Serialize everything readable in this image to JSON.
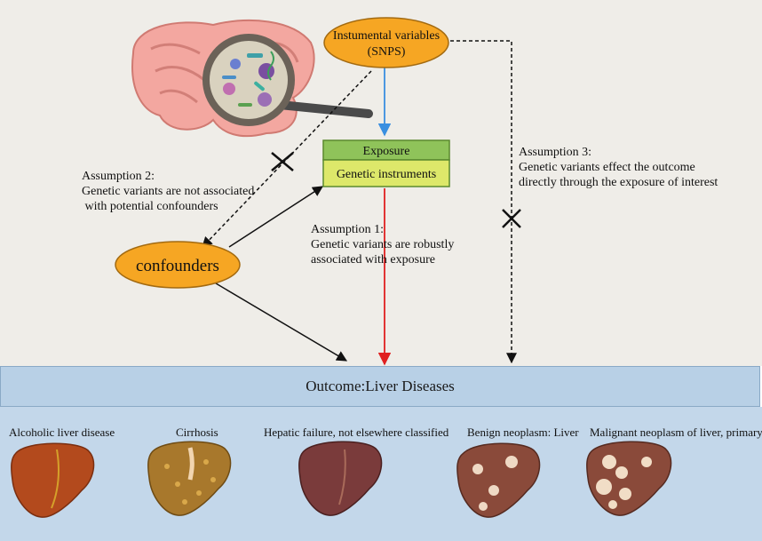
{
  "instrument": {
    "line1": "Instumental variables",
    "line2": "(SNPS)"
  },
  "exposure": {
    "header": "Exposure",
    "sub": "Genetic instruments"
  },
  "confounders": "confounders",
  "assumption1": {
    "title": "Assumption 1:",
    "line1": "Genetic variants are robustly",
    "line2": "associated with exposure"
  },
  "assumption2": {
    "title": "Assumption 2:",
    "line1": "Genetic variants are not associated",
    "line2": " with potential confounders"
  },
  "assumption3": {
    "title": "Assumption 3:",
    "line1": "Genetic variants effect the outcome",
    "line2": "directly through the exposure of interest"
  },
  "outcome": "Outcome:Liver Diseases",
  "diseases": [
    "Alcoholic liver disease",
    "Cirrhosis",
    "Hepatic failure, not elsewhere classified",
    "Benign neoplasm: Liver",
    "Malignant neoplasm of liver, primary"
  ],
  "colors": {
    "ellipse": "#f6a623",
    "exposure_header": "#8fc35a",
    "exposure_body": "#dde86a",
    "arrow_blue": "#3a8fe0",
    "arrow_red": "#e02020",
    "top_bg": "#efede8",
    "band": "#b8d0e6",
    "bottom_bg": "#c3d7ea"
  }
}
